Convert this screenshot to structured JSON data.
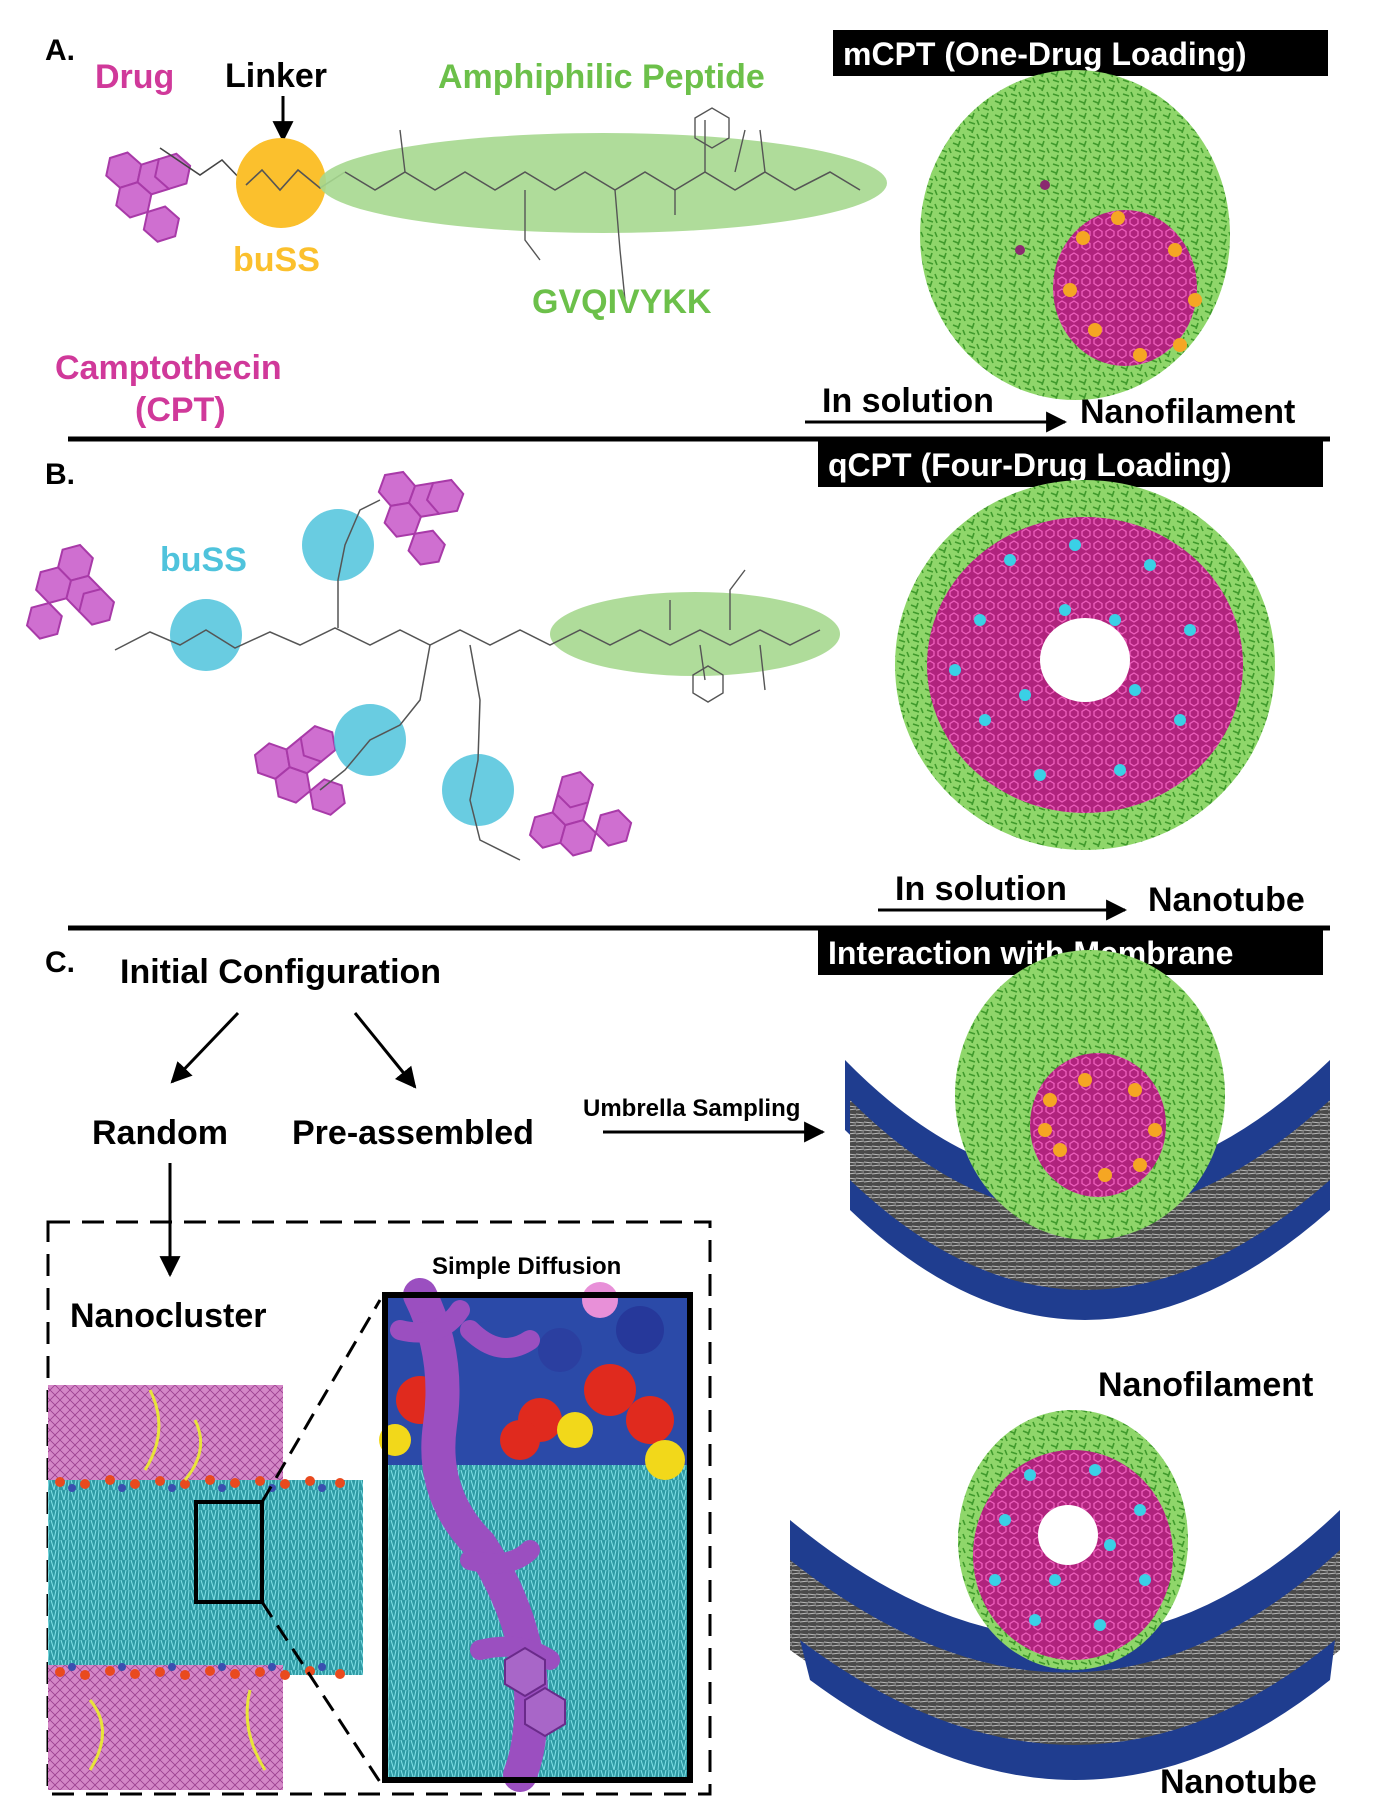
{
  "panel_a": {
    "letter": "A.",
    "drug_label": "Drug",
    "linker_label": "Linker",
    "peptide_label": "Amphiphilic Peptide",
    "linker_name": "buSS",
    "sequence": "GVQIVYKK",
    "drug_name_line1": "Camptothecin",
    "drug_name_line2": "(CPT)",
    "banner": "mCPT (One-Drug Loading)",
    "process": "In solution",
    "product": "Nanofilament"
  },
  "panel_b": {
    "letter": "B.",
    "linker_name": "buSS",
    "banner": "qCPT (Four-Drug Loading)",
    "process": "In solution",
    "product": "Nanotube"
  },
  "panel_c": {
    "letter": "C.",
    "initial": "Initial Configuration",
    "random": "Random",
    "preassembled": "Pre-assembled",
    "umbrella": "Umbrella Sampling",
    "nanocluster": "Nanocluster",
    "simple_diffusion": "Simple Diffusion",
    "banner": "Interaction with Membrane",
    "result1": "Nanofilament",
    "result2": "Nanotube"
  },
  "colors": {
    "drug": "#d0399a",
    "linker_a": "#fbc02d",
    "linker_b": "#4fc3dc",
    "peptide": "#6cc04a",
    "membrane_head": "#1f3d8f",
    "membrane_tail": "#8a8a8a",
    "diffusion_drug": "#9b4fc0",
    "lipid_cyan": "#3fb8c2"
  }
}
